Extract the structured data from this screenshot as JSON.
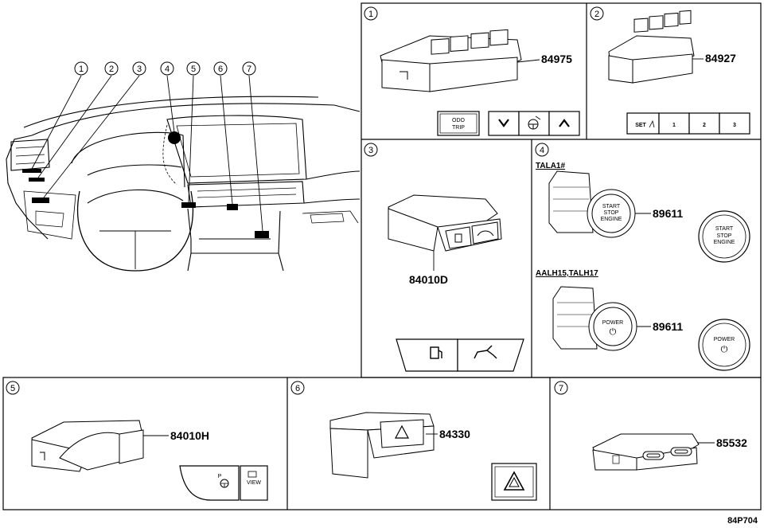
{
  "overview": {
    "callouts": [
      "1",
      "2",
      "3",
      "4",
      "5",
      "6",
      "7"
    ]
  },
  "panels": [
    {
      "id": "1",
      "part_number": "84975",
      "buttons": [
        "ODO",
        "TRIP"
      ],
      "icons": [
        "chevron-down-icon",
        "steering-wheel-icon",
        "chevron-up-icon"
      ]
    },
    {
      "id": "2",
      "part_number": "84927",
      "buttons": [
        "SET",
        "1",
        "2",
        "3"
      ]
    },
    {
      "id": "3",
      "part_number": "84010D",
      "icons": [
        "fuel-door-icon",
        "trunk-open-icon"
      ]
    },
    {
      "id": "4",
      "variants": [
        {
          "label": "TALA1#",
          "part_number": "89611",
          "button": [
            "START",
            "STOP",
            "ENGINE"
          ]
        },
        {
          "label": "AALH15,TALH17",
          "part_number": "89611",
          "button": [
            "POWER",
            "⏻"
          ]
        }
      ]
    },
    {
      "id": "5",
      "part_number": "84010H",
      "icons": [
        "parking-steering-icon",
        "camera-view-icon"
      ],
      "view_label": "VIEW",
      "p_label": "P"
    },
    {
      "id": "6",
      "part_number": "84330",
      "icons": [
        "hazard-triangle-icon"
      ]
    },
    {
      "id": "7",
      "part_number": "85532",
      "icons": [
        "usb-c-port-icon",
        "usb-c-port-icon"
      ]
    }
  ],
  "diagram_code": "84P704"
}
